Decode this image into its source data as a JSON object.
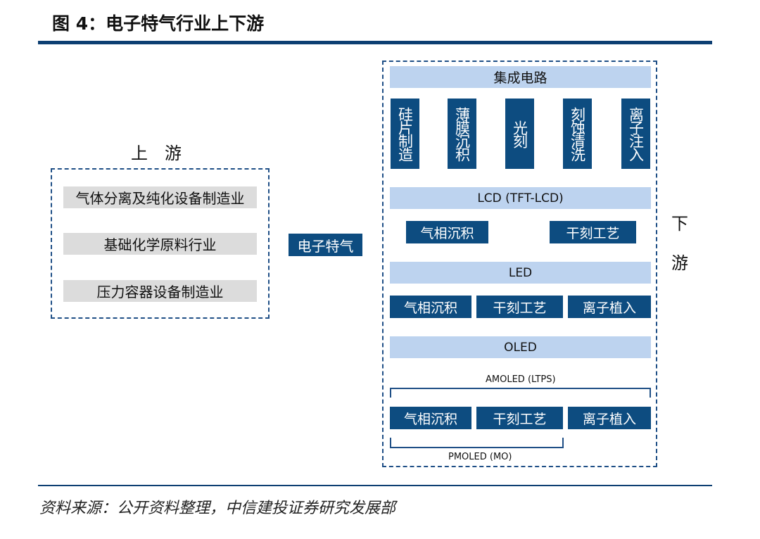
{
  "title": "图 4：电子特气行业上下游",
  "source": "资料来源：公开资料整理，中信建投证券研究发展部",
  "upstream": {
    "label": "上　游",
    "items": [
      "气体分离及纯化设备制造业",
      "基础化学原料行业",
      "压力容器设备制造业"
    ]
  },
  "center": {
    "label": "电子特气"
  },
  "downstream": {
    "label_top": "下",
    "label_bottom": "游",
    "ic": {
      "header": "集成电路",
      "processes": [
        "硅片制造",
        "薄膜沉积",
        "光刻",
        "刻蚀清洗",
        "离子注入"
      ]
    },
    "lcd": {
      "header": "LCD (TFT-LCD)",
      "processes": [
        "气相沉积",
        "干刻工艺"
      ]
    },
    "led": {
      "header": "LED",
      "processes": [
        "气相沉积",
        "干刻工艺",
        "离子植入"
      ]
    },
    "oled": {
      "header": "OLED",
      "amoled_label": "AMOLED (LTPS)",
      "processes": [
        "气相沉积",
        "干刻工艺",
        "离子植入"
      ],
      "pmoled_label": "PMOLED (MO)"
    }
  }
}
